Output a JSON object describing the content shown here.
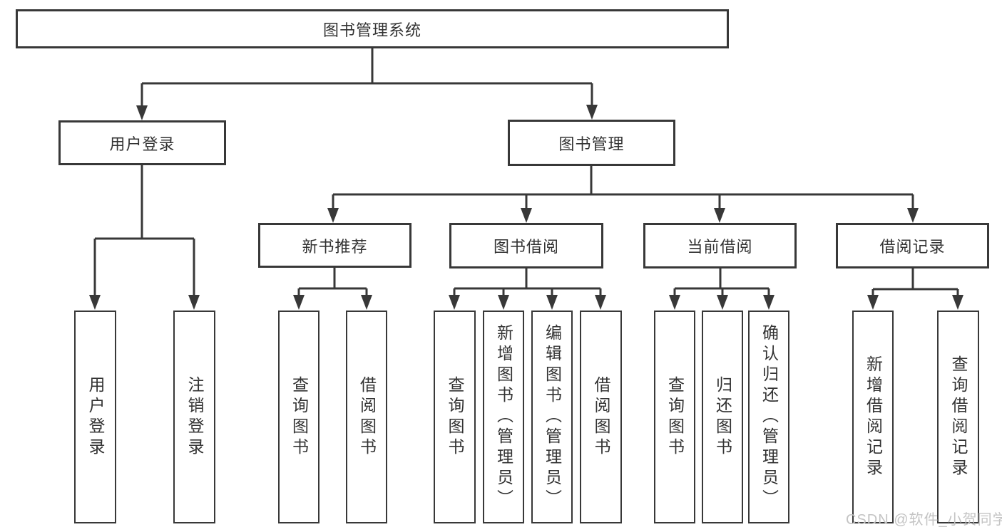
{
  "diagram_title": "图书管理系统",
  "tree": {
    "root": {
      "label": "图书管理系统",
      "children": [
        {
          "label": "用户登录",
          "children": [
            {
              "label": "用户登录"
            },
            {
              "label": "注销登录"
            }
          ]
        },
        {
          "label": "图书管理",
          "children": [
            {
              "label": "新书推荐",
              "children": [
                {
                  "label": "查询图书"
                },
                {
                  "label": "借阅图书"
                }
              ]
            },
            {
              "label": "图书借阅",
              "children": [
                {
                  "label": "查询图书"
                },
                {
                  "label": "新增图书（管理员）"
                },
                {
                  "label": "编辑图书（管理员）"
                },
                {
                  "label": "借阅图书"
                }
              ]
            },
            {
              "label": "当前借阅",
              "children": [
                {
                  "label": "查询图书"
                },
                {
                  "label": "归还图书"
                },
                {
                  "label": "确认归还（管理员）"
                }
              ]
            },
            {
              "label": "借阅记录",
              "children": [
                {
                  "label": "新增借阅记录"
                },
                {
                  "label": "查询借阅记录"
                }
              ]
            }
          ]
        }
      ]
    }
  },
  "watermark": "CSDN @软件_小贺同学",
  "colors": {
    "line": "#383838",
    "box_border": "#383838",
    "text": "#333333",
    "watermark": "#c4c4c4",
    "background": "#ffffff"
  }
}
